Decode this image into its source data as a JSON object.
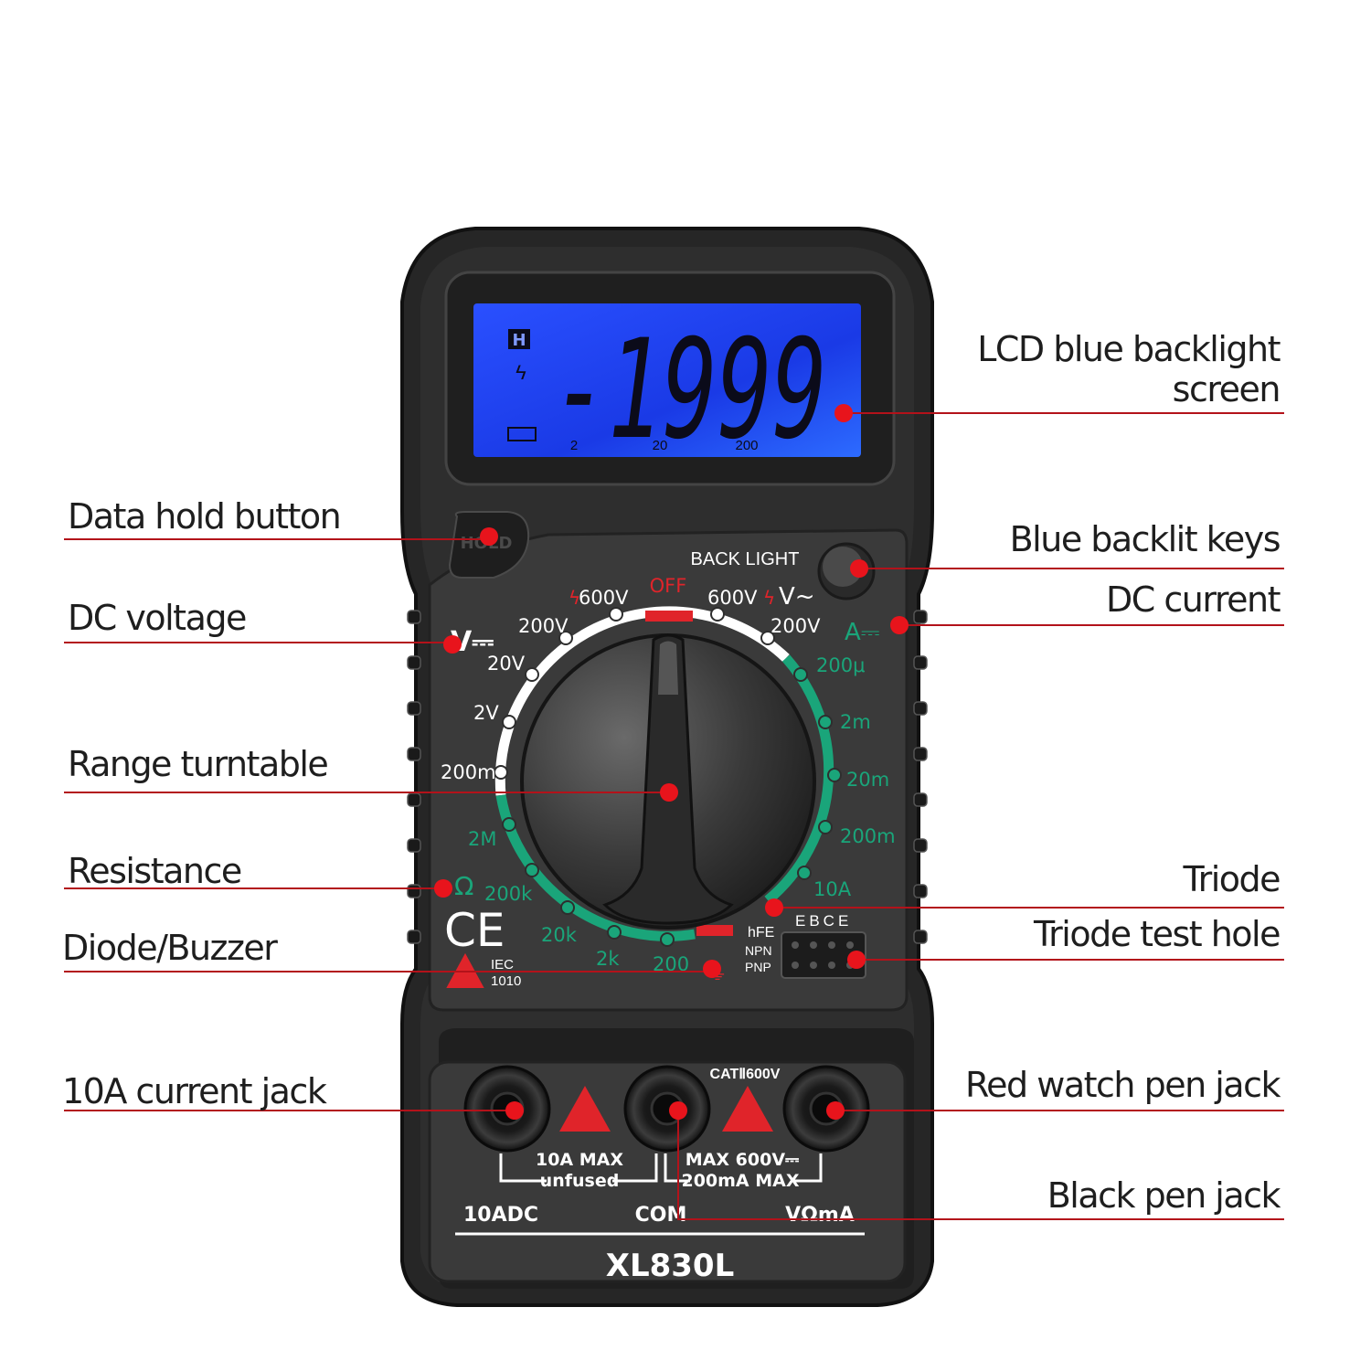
{
  "device": {
    "model": "XL830L",
    "lcd": {
      "reading": "-1999",
      "hold_indicator": "H",
      "scale_marks": [
        "2",
        "20",
        "200"
      ],
      "backlight_color": "#1e46ff"
    },
    "hold_button_label": "HOLD",
    "backlight_label": "BACK LIGHT",
    "dial": {
      "off_label": "OFF",
      "dcv_symbol": "V⎓",
      "acv_symbol": "V~",
      "dca_symbol": "A⎓",
      "dcv_ranges": [
        "600V",
        "200V",
        "20V",
        "2V",
        "200m"
      ],
      "acv_ranges": [
        "600V",
        "200V"
      ],
      "dca_ranges": [
        "200μ",
        "2m",
        "20m",
        "200m",
        "10A"
      ],
      "ohm_ranges": [
        "2M",
        "200k",
        "20k",
        "2k",
        "200"
      ],
      "ohm_symbol": "Ω",
      "hfe_label": "hFE",
      "npn_label": "NPN",
      "pnp_label": "PNP",
      "ebce_label": "EBCE"
    },
    "ce_mark": "CE",
    "iec_label": "IEC",
    "iec_number": "1010",
    "jacks": {
      "cat_rating": "CATⅡ600V",
      "left_warning_line1": "10A MAX",
      "left_warning_line2": "unfused",
      "right_warning_line1": "MAX 600V⎓",
      "right_warning_line2": "200mA MAX",
      "label_10adc": "10ADC",
      "label_com": "COM",
      "label_vohm": "VΩmA"
    },
    "colors": {
      "body": "#2b2b2b",
      "panel": "#3a3a3a",
      "accent_green": "#1aa57a",
      "accent_red": "#e0242a",
      "marker": "#e8141c"
    }
  },
  "callouts": {
    "lcd": [
      "LCD blue backlight",
      "screen"
    ],
    "hold": "Data hold button",
    "backlit_keys": "Blue backlit keys",
    "dc_voltage": "DC voltage",
    "dc_current": "DC current",
    "range_turntable": "Range turntable",
    "resistance": "Resistance",
    "triode": "Triode",
    "diode_buzzer": "Diode/Buzzer",
    "triode_hole": "Triode test hole",
    "current_jack": "10A current jack",
    "red_pen_jack": "Red watch pen jack",
    "black_pen_jack": "Black pen jack"
  }
}
